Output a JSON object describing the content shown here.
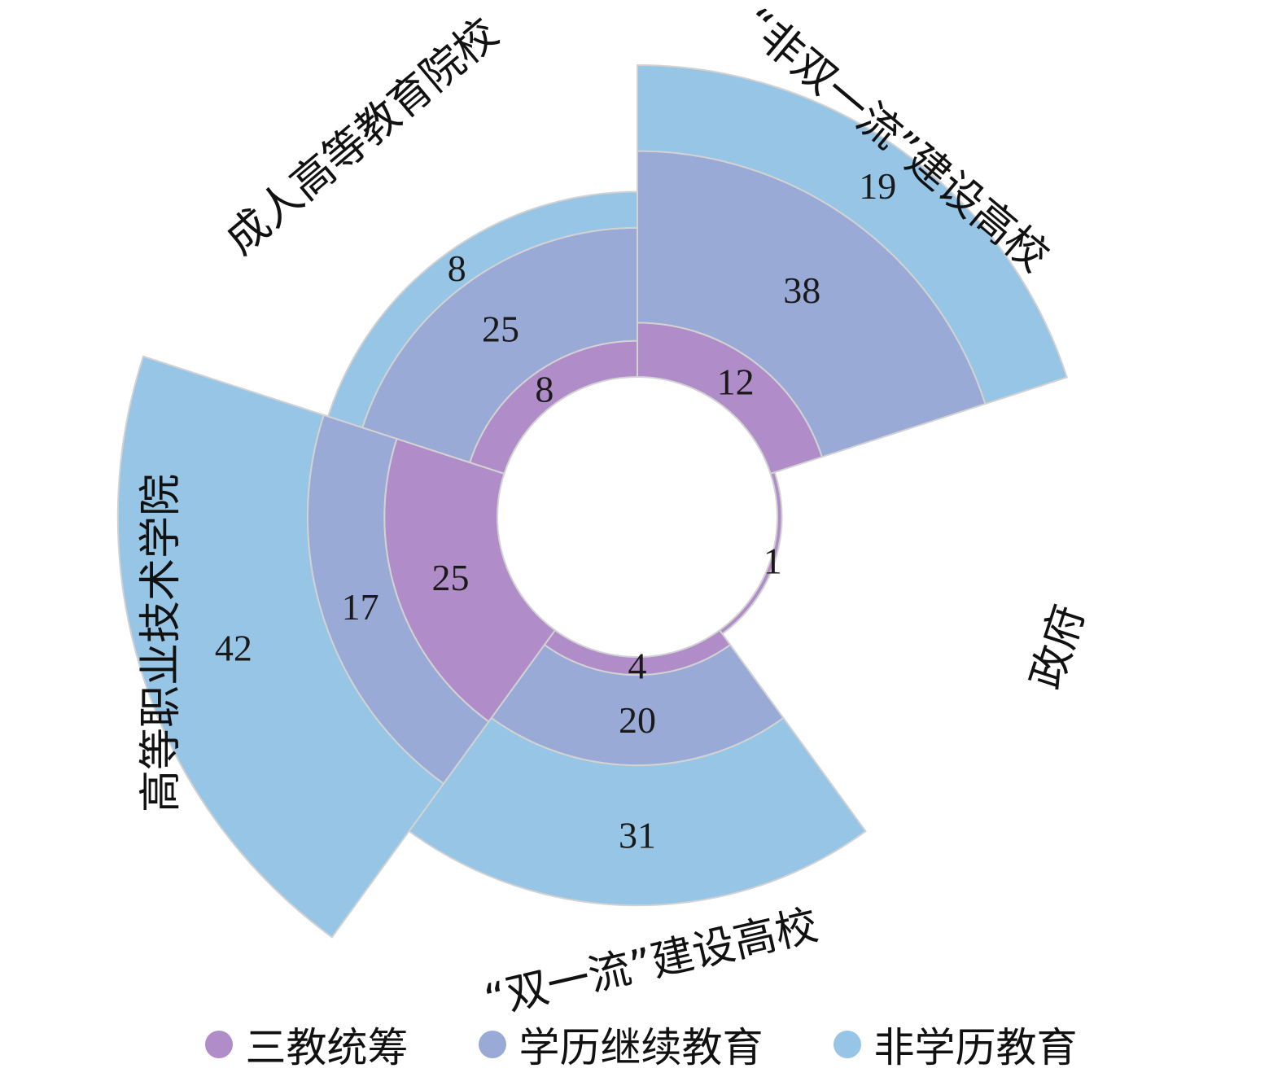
{
  "chart_data": {
    "type": "polar-stacked-bar",
    "categories": [
      "“非双一流”建设高校",
      "政府",
      "“双一流”建设高校",
      "高等职业技术学院",
      "成人高等教育院校"
    ],
    "series": [
      {
        "name": "三教统筹",
        "values": [
          12,
          1,
          4,
          25,
          8
        ],
        "color": "#b08cc8"
      },
      {
        "name": "学历继续教育",
        "values": [
          38,
          0,
          20,
          17,
          25
        ],
        "color": "#9aaad6"
      },
      {
        "name": "非学历教育",
        "values": [
          19,
          0,
          31,
          42,
          8
        ],
        "color": "#96c5e6"
      }
    ],
    "value_labels": [
      [
        "12",
        "38",
        "19"
      ],
      [
        "1",
        "",
        ""
      ],
      [
        "4",
        "20",
        "31"
      ],
      [
        "25",
        "17",
        "42"
      ],
      [
        "8",
        "25",
        "8"
      ]
    ],
    "legend_position": "bottom"
  }
}
